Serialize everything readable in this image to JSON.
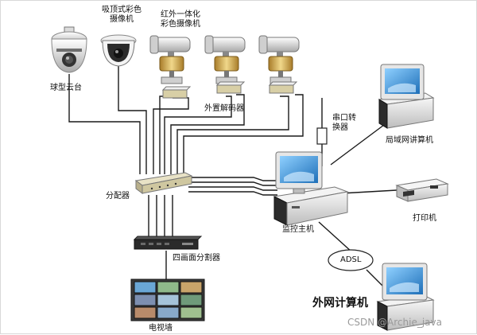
{
  "labels": {
    "dome_ptz": "球型云台",
    "dome_cam_line1": "吸顶式彩色",
    "dome_cam_line2": "摄像机",
    "ir_cam_line1": "红外一体化",
    "ir_cam_line2": "彩色摄像机",
    "decoder": "外置解码器",
    "serial_line1": "串口转",
    "serial_line2": "换器",
    "lan_pc": "局域网讲算机",
    "distributor": "分配器",
    "monitor_host": "监控主机",
    "printer": "打印机",
    "quad_splitter": "四画面分割器",
    "adsl": "ADSL",
    "external_pc": "外网计算机",
    "tv_wall": "电视墙",
    "watermark": "CSDN @Archie_java"
  },
  "colors": {
    "line": "#1a1a1a",
    "screen": "#2f7fc4",
    "device": "#e9e9e9",
    "dark_device": "#2a2a2a",
    "gold": "#c9a24a"
  }
}
